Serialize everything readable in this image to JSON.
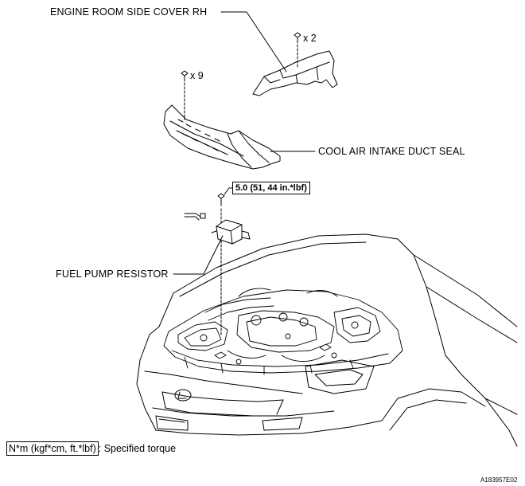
{
  "labels": {
    "side_cover": "ENGINE ROOM SIDE COVER RH",
    "duct_seal": "COOL AIR INTAKE DUCT SEAL",
    "fuel_pump_resistor": "FUEL PUMP RESISTOR"
  },
  "quantities": {
    "side_cover_bolts": "x 2",
    "duct_seal_clips": "x 9"
  },
  "torque": "5.0 (51, 44 in.*lbf)",
  "legend": {
    "unit": "N*m (kgf*cm, ft.*lbf)",
    "text": ": Specified torque"
  },
  "figure_code": "A183957E02"
}
